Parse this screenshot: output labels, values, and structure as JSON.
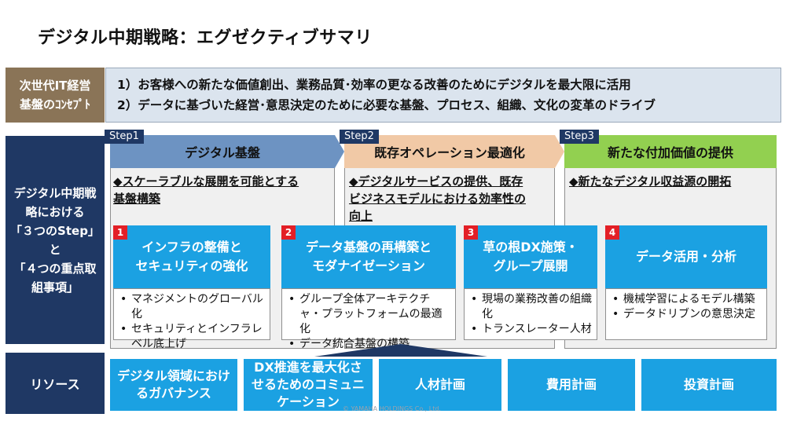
{
  "title": "デジタル中期戦略：エグゼクティブサマリ",
  "concept": {
    "label_lines": [
      "次世代IT経営",
      "基盤のｺﾝｾﾌﾟﾄ"
    ],
    "lines": [
      "1）お客様への新たな価値創出、業務品質･効率の更なる改善のためにデジタルを最大限に活用",
      "2）データに基づいた経営･意思決定のために必要な基盤、プロセス、組織、文化の変革のドライブ"
    ]
  },
  "strategy_label_lines": [
    "デジタル中期戦",
    "略における",
    "「３つのStep」",
    "と",
    "「４つの重点取",
    "組事項」"
  ],
  "steps": [
    {
      "tag": "Step1",
      "heading": "デジタル基盤",
      "text_lines": [
        "◆スケーラブルな展開を可能とする",
        "基盤構築"
      ]
    },
    {
      "tag": "Step2",
      "heading": "既存オペレーション最適化",
      "text_lines": [
        "◆デジタルサービスの提供、既存",
        "ビジネスモデルにおける効率性の",
        "向上"
      ]
    },
    {
      "tag": "Step3",
      "heading": "新たな付加価値の提供",
      "text_lines": [
        "◆新たなデジタル収益源の開拓"
      ]
    }
  ],
  "focus_items": [
    {
      "num": "1",
      "title_lines": [
        "インフラの整備と",
        "セキュリティの強化"
      ],
      "bullets": [
        "マネジメントのグローバル化",
        "セキュリティとインフラレベル底上げ"
      ]
    },
    {
      "num": "2",
      "title_lines": [
        "データ基盤の再構築と",
        "モダナイゼーション"
      ],
      "bullets": [
        "グループ全体アーキテクチャ・プラットフォームの最適化",
        "データ統合基盤の構築"
      ]
    },
    {
      "num": "3",
      "title_lines": [
        "草の根DX施策・",
        "グループ展開"
      ],
      "bullets": [
        "現場の業務改善の組織化",
        "トランスレーター人材"
      ]
    },
    {
      "num": "4",
      "title_lines": [
        "データ活用・分析"
      ],
      "bullets": [
        "機械学習によるモデル構築",
        "データドリブンの意思決定"
      ]
    }
  ],
  "resources": {
    "label": "リソース",
    "items": [
      {
        "lines": [
          "デジタル領域におけ",
          "るガバナンス"
        ]
      },
      {
        "lines": [
          "DX推進を最大化さ",
          "せるためのコミュニ",
          "ケーション"
        ]
      },
      {
        "lines": [
          "人材計画"
        ]
      },
      {
        "lines": [
          "費用計画"
        ]
      },
      {
        "lines": [
          "投資計画"
        ]
      }
    ]
  },
  "copyright": "© YAMAHA HOLDINGS Co., Ltd.",
  "colors": {
    "navy": "#1f3864",
    "concept_label": "#8a7457",
    "step1": "#6d93c2",
    "step2": "#f1c9a6",
    "step3": "#92d050",
    "blue": "#1ba1e2",
    "red_badge": "#e31f26"
  }
}
